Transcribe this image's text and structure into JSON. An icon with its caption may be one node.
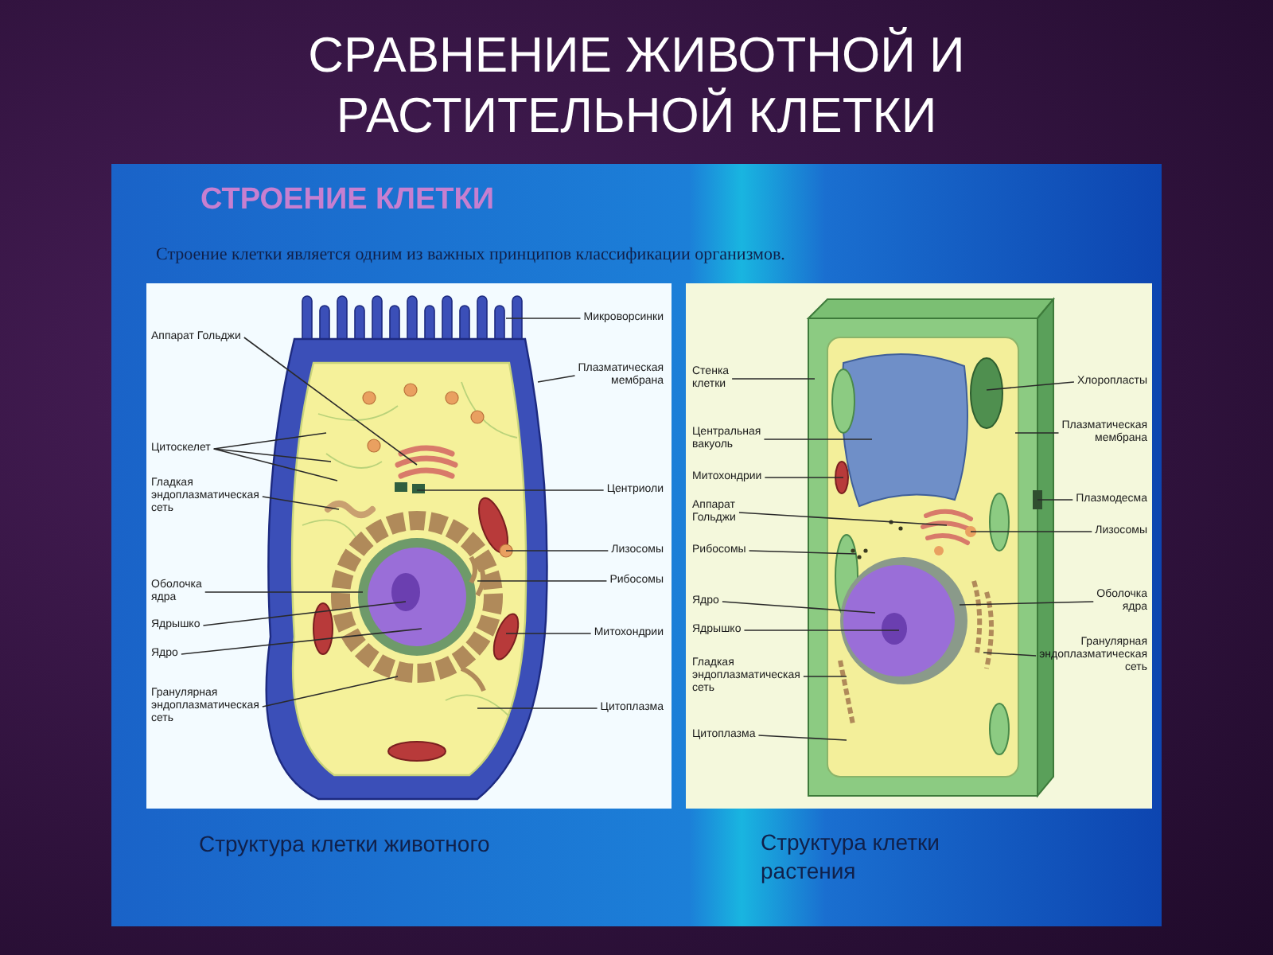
{
  "diagram": {
    "title": "СРАВНЕНИЕ ЖИВОТНОЙ И РАСТИТЕЛЬНОЙ КЛЕТКИ",
    "nodes": [
      {
        "text": [
          "Аппарат Гольджи"
        ]
      },
      {
        "text": [
          "Цитоскелет"
        ]
      },
      {
        "text": [
          "Гладкая эндоплазматическая сеть"
        ]
      },
      {
        "text": [
          "Оболочка ядра"
        ]
      },
      {
        "text": [
          "Ядрышко"
        ]
      },
      {
        "text": [
          "Ядро"
        ]
      },
      {
        "text": [
          "Гранулярная эндоплазматическая сеть"
        ]
      },
      {
        "text": [
          "Микроворсинки"
        ]
      },
      {
        "text": [
          "Плазматическая мембрана"
        ]
      },
      {
        "text": [
          "Центриоли"
        ]
      },
      {
        "text": [
          "Лизосомы"
        ]
      },
      {
        "text": [
          "Рибосомы"
        ]
      },
      {
        "text": [
          "Митохондрии"
        ]
      },
      {
        "text": [
          "Цитоплазма"
        ]
      },
      {
        "text": [
          "Стенка клетки"
        ]
      },
      {
        "text": [
          "Центральная вакуоль"
        ]
      },
      {
        "text": [
          "Митохондрии"
        ]
      },
      {
        "text": [
          "Аппарат Гольджи"
        ]
      },
      {
        "text": [
          "Рибосомы"
        ]
      },
      {
        "text": [
          "Ядро"
        ]
      },
      {
        "text": [
          "Ядрышко"
        ]
      },
      {
        "text": [
          "Гладкая эндоплазматическая сеть"
        ]
      },
      {
        "text": [
          "Цитоплазма"
        ]
      },
      {
        "text": [
          "Хлоропласты"
        ]
      },
      {
        "text": [
          "Плазматическая мембрана"
        ]
      },
      {
        "text": [
          "Плазмодесма"
        ]
      },
      {
        "text": [
          "Лизосомы"
        ]
      },
      {
        "text": [
          "Оболочка ядра"
        ]
      },
      {
        "text": [
          "Гранулярная эндоплазматическая сеть"
        ]
      }
    ],
    "edges": [
      {
        "from": 0,
        "to": null,
        "arrow": "none"
      },
      {
        "from": 1,
        "to": null,
        "arrow": "none"
      },
      {
        "from": 1,
        "to": null,
        "arrow": "none"
      },
      {
        "from": 1,
        "to": null,
        "arrow": "none"
      },
      {
        "from": 2,
        "to": null,
        "arrow": "none"
      },
      {
        "from": 3,
        "to": null,
        "arrow": "none"
      },
      {
        "from": 4,
        "to": null,
        "arrow": "none"
      },
      {
        "from": 5,
        "to": null,
        "arrow": "none"
      },
      {
        "from": 6,
        "to": null,
        "arrow": "none"
      },
      {
        "from": 7,
        "to": null,
        "arrow": "none"
      },
      {
        "from": 8,
        "to": null,
        "arrow": "none"
      },
      {
        "from": 9,
        "to": null,
        "arrow": "none"
      },
      {
        "from": 10,
        "to": null,
        "arrow": "none"
      },
      {
        "from": 11,
        "to": null,
        "arrow": "none"
      },
      {
        "from": 12,
        "to": null,
        "arrow": "none"
      },
      {
        "from": 13,
        "to": null,
        "arrow": "none"
      },
      {
        "from": 14,
        "to": null,
        "arrow": "none"
      },
      {
        "from": 15,
        "to": null,
        "arrow": "none"
      },
      {
        "from": 16,
        "to": null,
        "arrow": "none"
      },
      {
        "from": 17,
        "to": null,
        "arrow": "none"
      },
      {
        "from": 18,
        "to": null,
        "arrow": "none"
      },
      {
        "from": 19,
        "to": null,
        "arrow": "none"
      },
      {
        "from": 20,
        "to": null,
        "arrow": "none"
      },
      {
        "from": 21,
        "to": null,
        "arrow": "none"
      },
      {
        "from": 22,
        "to": null,
        "arrow": "none"
      },
      {
        "from": 23,
        "to": null,
        "arrow": "none"
      },
      {
        "from": 24,
        "to": null,
        "arrow": "none"
      },
      {
        "from": 25,
        "to": null,
        "arrow": "none"
      },
      {
        "from": 26,
        "to": null,
        "arrow": "none"
      },
      {
        "from": 27,
        "to": null,
        "arrow": "none"
      },
      {
        "from": 28,
        "to": null,
        "arrow": "none"
      }
    ],
    "labels": [
      "СТРОЕНИЕ КЛЕТКИ",
      "Строение клетки является одним из важных принципов классификации организмов.",
      "Структура клетки животного",
      "Структура клетки растения"
    ]
  }
}
